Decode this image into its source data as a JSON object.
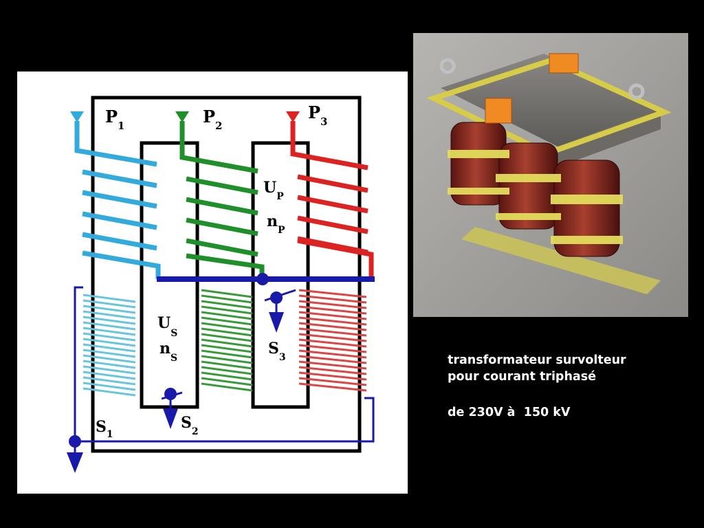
{
  "diagram": {
    "labels": {
      "p1": "P",
      "p1_sub": "1",
      "p2": "P",
      "p2_sub": "2",
      "p3": "P",
      "p3_sub": "3",
      "up": "U",
      "up_sub": "P",
      "np": "n",
      "np_sub": "P",
      "us": "U",
      "us_sub": "S",
      "ns": "n",
      "ns_sub": "S",
      "s1": "S",
      "s1_sub": "1",
      "s2": "S",
      "s2_sub": "2",
      "s3": "S",
      "s3_sub": "3"
    },
    "colors": {
      "phase1": "#33aadd",
      "phase2": "#1f8f2a",
      "phase3": "#dd2222",
      "secondary_bus": "#1a1aaa",
      "core": "#000000"
    }
  },
  "photo": {
    "subject": "three-phase transformer photo"
  },
  "caption": {
    "line1": "transformateur survolteur",
    "line2": "pour courant triphasé",
    "line3": "de 230V à  150 kV"
  }
}
